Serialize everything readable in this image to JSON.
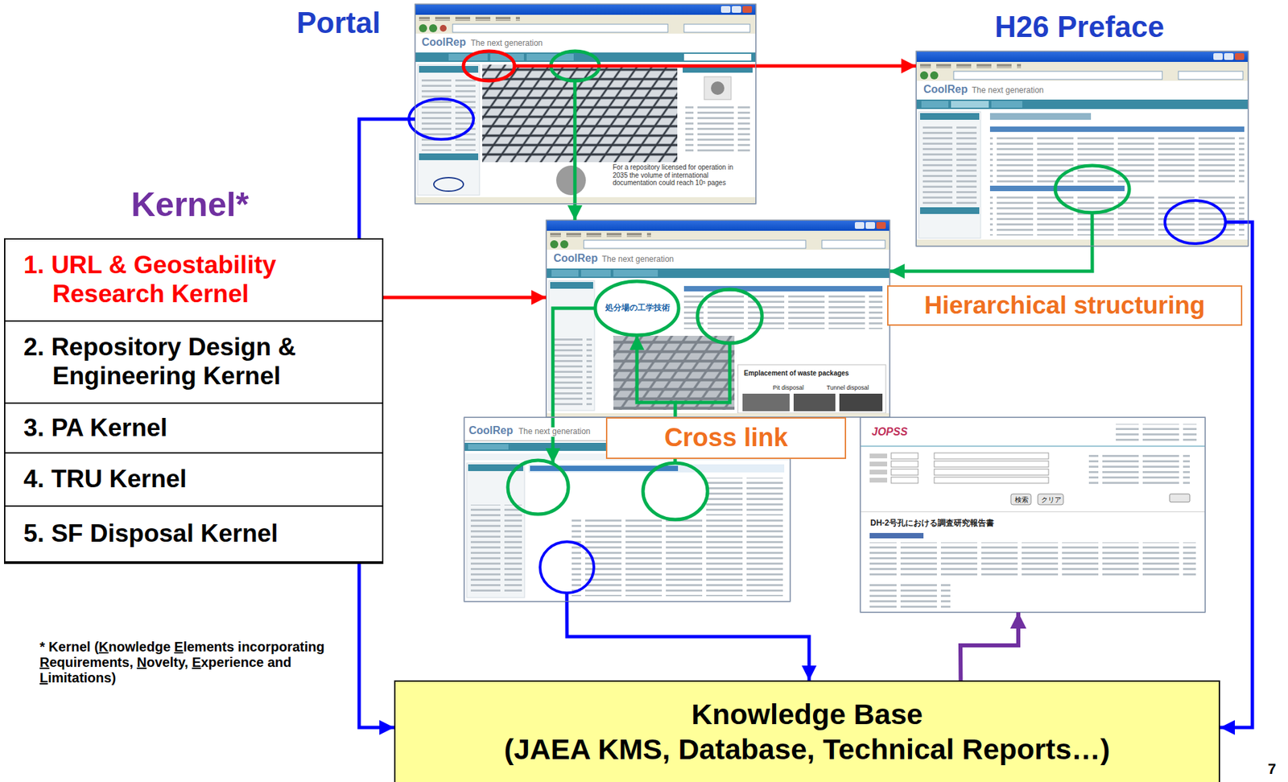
{
  "diagram": {
    "nodes": [
      {
        "text": [
          "Portal",
          "CoolRep",
          "The next generation",
          "For a repository licensed for operation in 2035 the volume of international documentation could reach 10⁵ pages"
        ]
      },
      {
        "text": [
          "H26 Preface",
          "CoolRep",
          "The next generation"
        ]
      },
      {
        "text": [
          "Kernel*"
        ]
      },
      {
        "text": [
          "1. URL & Geostability Research Kernel"
        ],
        "in": 2
      },
      {
        "text": [
          "2. Repository Design & Engineering Kernel"
        ],
        "in": 2
      },
      {
        "text": [
          "3. PA Kernel"
        ],
        "in": 2
      },
      {
        "text": [
          "4. TRU Kernel"
        ],
        "in": 2
      },
      {
        "text": [
          "5. SF Disposal Kernel"
        ],
        "in": 2
      },
      {
        "text": [
          "CoolRep",
          "The next generation",
          "処分場の工学技術",
          "Emplacement of waste packages",
          "Pit disposal",
          "Tunnel disposal"
        ]
      },
      {
        "text": [
          "CoolRep",
          "The next generation"
        ]
      },
      {
        "text": [
          "JOPSS",
          "検索",
          "クリア",
          "DH-2号孔における調査研究報告書"
        ]
      },
      {
        "text": [
          "Knowledge Base",
          "(JAEA KMS, Database, Technical Reports…)"
        ]
      }
    ],
    "edges": [
      {
        "from": 0,
        "to": 1,
        "arrow": "to"
      },
      {
        "from": 0,
        "to": 8,
        "arrow": "to"
      },
      {
        "from": 0,
        "to": 11,
        "arrow": "to"
      },
      {
        "from": 1,
        "to": 8,
        "arrow": "to",
        "label": "Hierarchical structuring"
      },
      {
        "from": 1,
        "to": 11,
        "arrow": "to"
      },
      {
        "from": 3,
        "to": 8,
        "arrow": "to"
      },
      {
        "from": 8,
        "to": 9,
        "arrow": "to"
      },
      {
        "from": 9,
        "to": 8,
        "arrow": "to",
        "label": "Cross link"
      },
      {
        "from": 9,
        "to": 11,
        "arrow": "to"
      },
      {
        "from": 11,
        "to": 10,
        "arrow": "to"
      }
    ],
    "labels": [
      "* Kernel (Knowledge Elements incorporating Requirements, Novelty, Experience and Limitations)",
      "7"
    ]
  }
}
